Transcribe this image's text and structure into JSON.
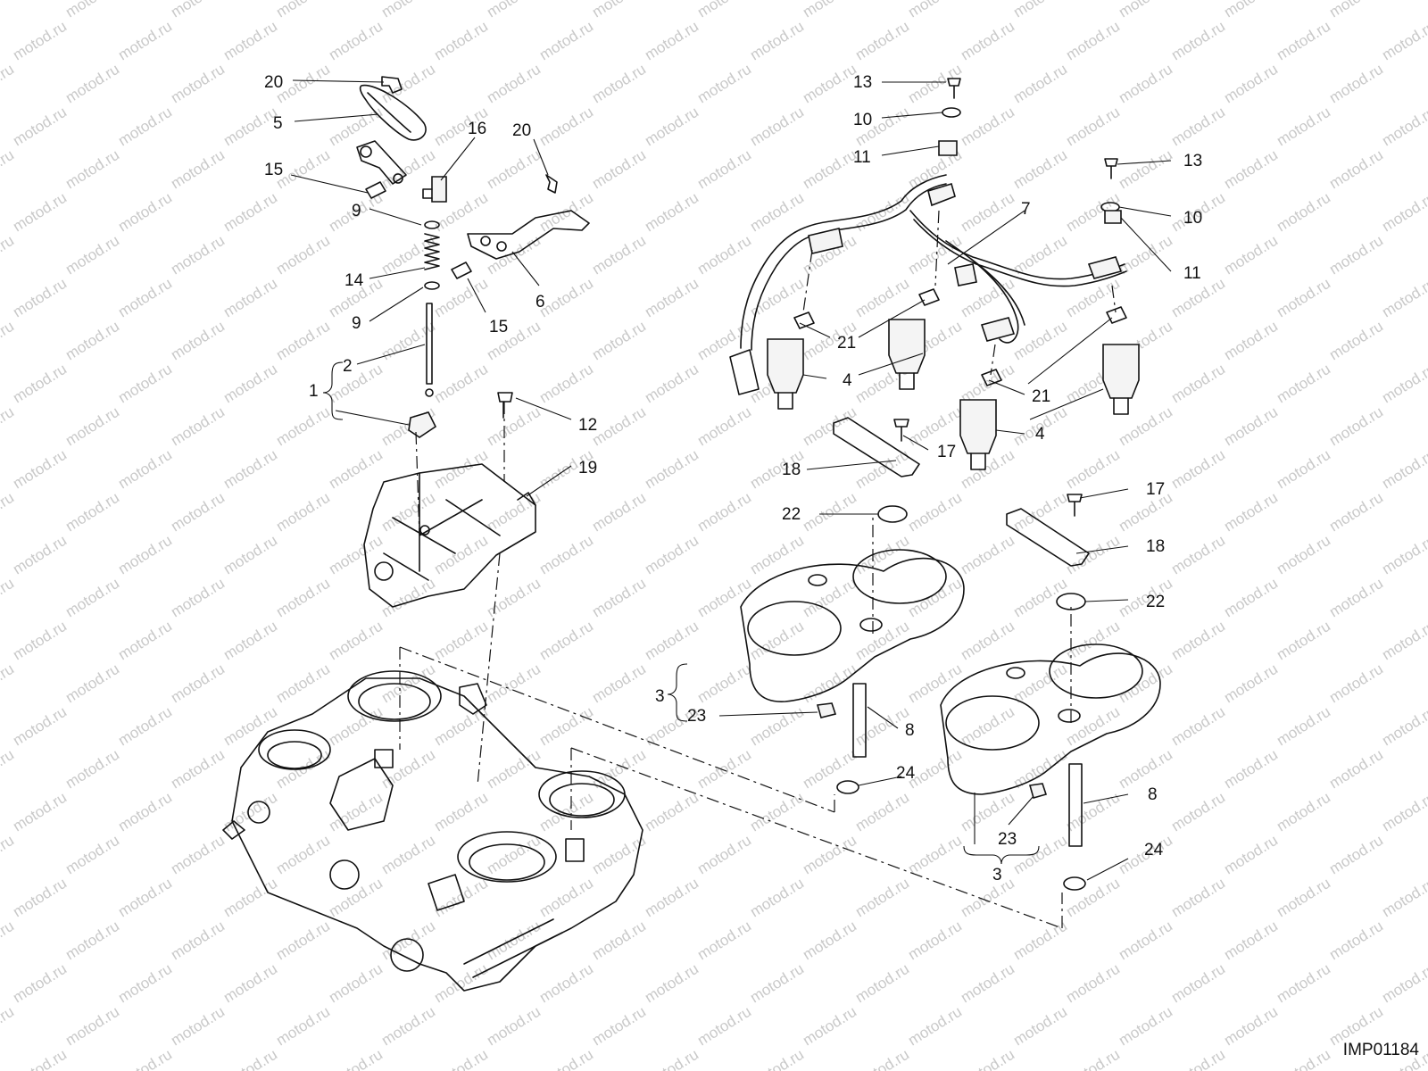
{
  "watermark": "motod.ru",
  "drawing_code": "IMP01184",
  "callouts": [
    {
      "id": "c20a",
      "text": "20"
    },
    {
      "id": "c5",
      "text": "5"
    },
    {
      "id": "c16",
      "text": "16"
    },
    {
      "id": "c20b",
      "text": "20"
    },
    {
      "id": "c15a",
      "text": "15"
    },
    {
      "id": "c9a",
      "text": "9"
    },
    {
      "id": "c14",
      "text": "14"
    },
    {
      "id": "c9b",
      "text": "9"
    },
    {
      "id": "c15b",
      "text": "15"
    },
    {
      "id": "c6",
      "text": "6"
    },
    {
      "id": "c2",
      "text": "2"
    },
    {
      "id": "c1",
      "text": "1"
    },
    {
      "id": "c12",
      "text": "12"
    },
    {
      "id": "c19",
      "text": "19"
    },
    {
      "id": "c13a",
      "text": "13"
    },
    {
      "id": "c10a",
      "text": "10"
    },
    {
      "id": "c11a",
      "text": "11"
    },
    {
      "id": "c7",
      "text": "7"
    },
    {
      "id": "c13b",
      "text": "13"
    },
    {
      "id": "c10b",
      "text": "10"
    },
    {
      "id": "c11b",
      "text": "11"
    },
    {
      "id": "c21a",
      "text": "21"
    },
    {
      "id": "c4a",
      "text": "4"
    },
    {
      "id": "c21b",
      "text": "21"
    },
    {
      "id": "c4b",
      "text": "4"
    },
    {
      "id": "c17a",
      "text": "17"
    },
    {
      "id": "c18a",
      "text": "18"
    },
    {
      "id": "c22a",
      "text": "22"
    },
    {
      "id": "c17b",
      "text": "17"
    },
    {
      "id": "c18b",
      "text": "18"
    },
    {
      "id": "c22b",
      "text": "22"
    },
    {
      "id": "c3a",
      "text": "3"
    },
    {
      "id": "c23a",
      "text": "23"
    },
    {
      "id": "c8a",
      "text": "8"
    },
    {
      "id": "c24a",
      "text": "24"
    },
    {
      "id": "c8b",
      "text": "8"
    },
    {
      "id": "c23b",
      "text": "23"
    },
    {
      "id": "c24b",
      "text": "24"
    },
    {
      "id": "c3b",
      "text": "3"
    }
  ]
}
